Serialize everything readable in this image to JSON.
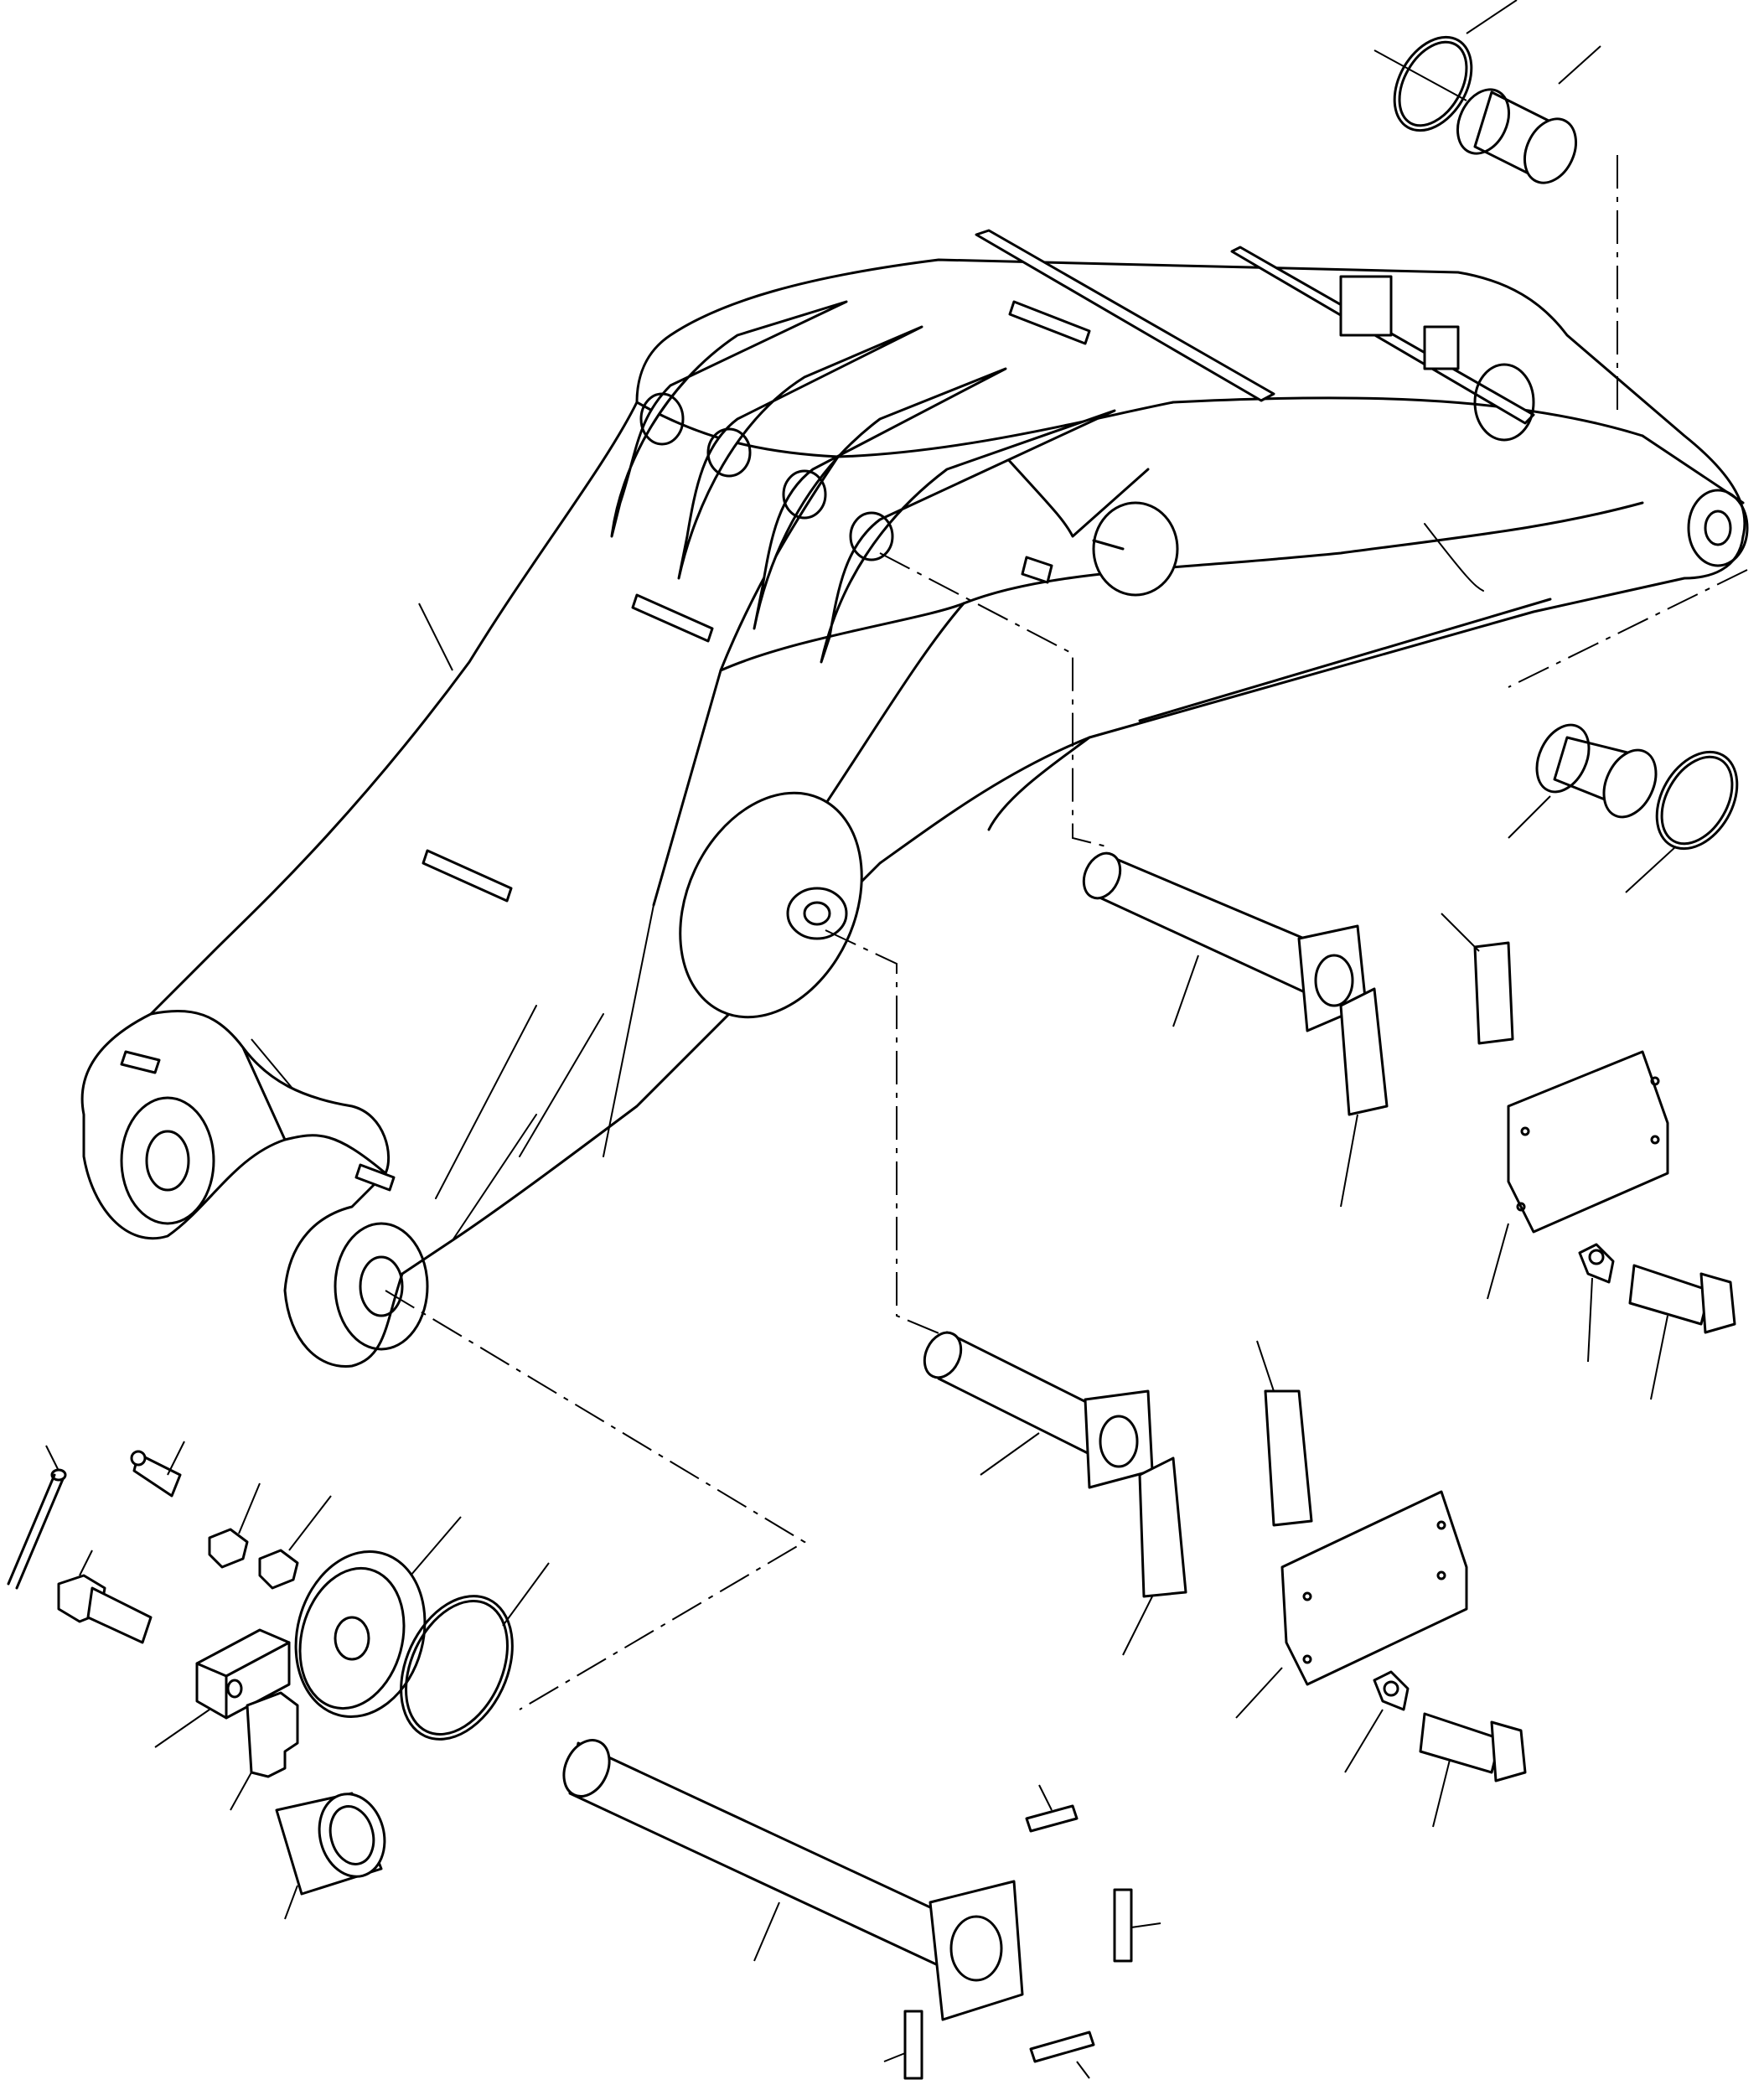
{
  "diagram": {
    "parts": [
      {
        "id": "boom",
        "icon": "boom-arm-icon"
      },
      {
        "id": "o-ring-top",
        "icon": "o-ring-icon"
      },
      {
        "id": "bushing-top",
        "icon": "bushing-icon"
      },
      {
        "id": "bushing-right",
        "icon": "bushing-icon"
      },
      {
        "id": "o-ring-right",
        "icon": "o-ring-icon"
      },
      {
        "id": "pin-upper",
        "icon": "pin-icon"
      },
      {
        "id": "pin-middle",
        "icon": "pin-icon"
      },
      {
        "id": "pin-lower",
        "icon": "pin-icon"
      },
      {
        "id": "cover-plate-upper",
        "icon": "cover-plate-icon"
      },
      {
        "id": "cover-plate-lower",
        "icon": "cover-plate-icon"
      },
      {
        "id": "bolt-upper",
        "icon": "bolt-icon"
      },
      {
        "id": "bolt-lower",
        "icon": "bolt-icon"
      },
      {
        "id": "bolt-left",
        "icon": "bolt-icon"
      },
      {
        "id": "grease-fitting",
        "icon": "grease-nipple-icon"
      },
      {
        "id": "cotter-pin",
        "icon": "cotter-pin-icon"
      },
      {
        "id": "hub-plate",
        "icon": "hub-icon"
      },
      {
        "id": "o-ring-hub",
        "icon": "o-ring-icon"
      },
      {
        "id": "block",
        "icon": "block-icon"
      },
      {
        "id": "stopper",
        "icon": "stopper-icon"
      },
      {
        "id": "collar",
        "icon": "collar-icon"
      }
    ]
  }
}
